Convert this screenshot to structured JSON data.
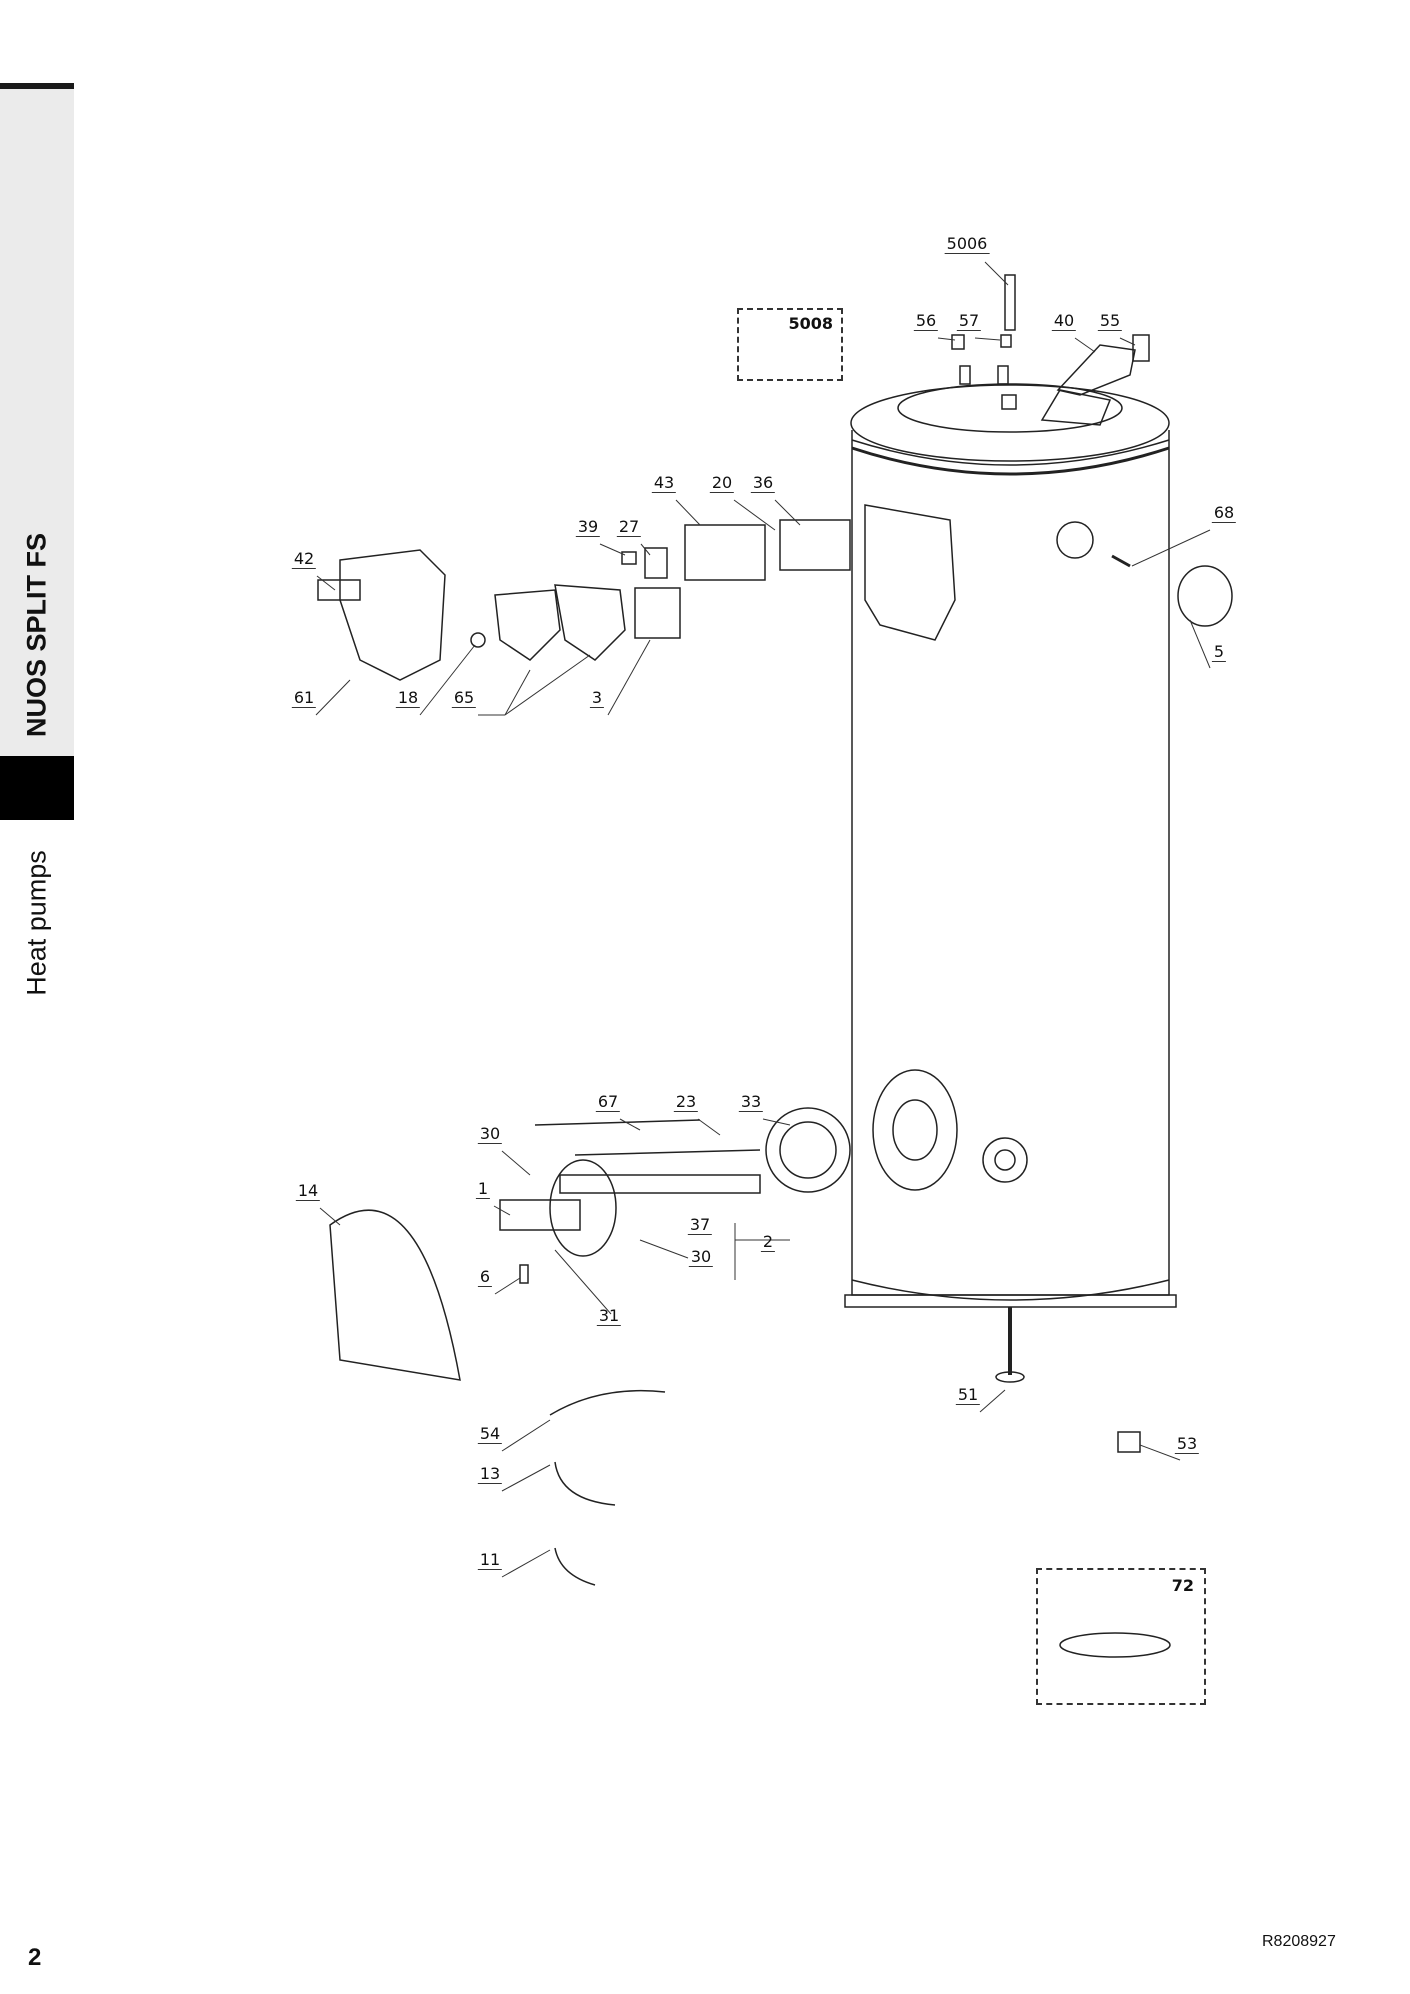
{
  "sidebar": {
    "product": "NUOS SPLIT FS",
    "category": "Heat pumps"
  },
  "footer": {
    "page_number": "2",
    "doc_code": "R8208927"
  },
  "kits": {
    "top": "5008",
    "bottom": "72"
  },
  "labels": {
    "l5006": "5006",
    "l56": "56",
    "l57": "57",
    "l40": "40",
    "l55": "55",
    "l43": "43",
    "l20": "20",
    "l36": "36",
    "l39": "39",
    "l27": "27",
    "l68": "68",
    "l42": "42",
    "l5": "5",
    "l61": "61",
    "l18": "18",
    "l65": "65",
    "l3": "3",
    "l67": "67",
    "l23": "23",
    "l33": "33",
    "l30a": "30",
    "l14": "14",
    "l1": "1",
    "l37": "37",
    "l2": "2",
    "l30b": "30",
    "l6": "6",
    "l31": "31",
    "l51": "51",
    "l54": "54",
    "l53": "53",
    "l13": "13",
    "l11": "11"
  }
}
